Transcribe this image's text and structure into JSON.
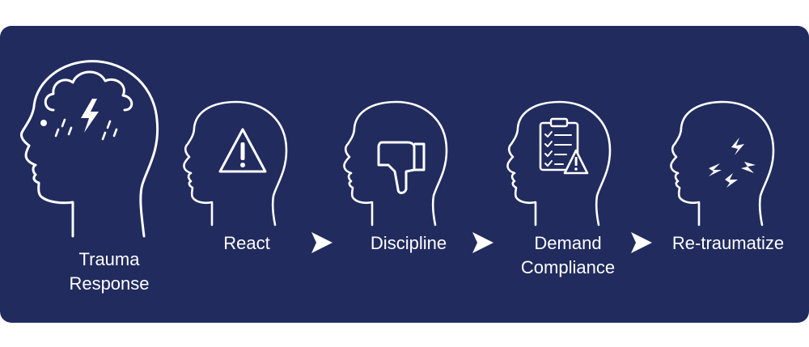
{
  "diagram": {
    "background_color": "#212b5e",
    "foreground_color": "#ffffff",
    "steps": [
      {
        "id": "trauma-response",
        "icon": "storm-cloud-lightning-icon",
        "label_lines": [
          "Trauma",
          "Response"
        ]
      },
      {
        "id": "react",
        "icon": "warning-triangle-icon",
        "label_lines": [
          "React"
        ]
      },
      {
        "id": "discipline",
        "icon": "thumbs-down-icon",
        "label_lines": [
          "Discipline"
        ]
      },
      {
        "id": "demand-compliance",
        "icon": "clipboard-checklist-warning-icon",
        "label_lines": [
          "Demand",
          "Compliance"
        ]
      },
      {
        "id": "re-traumatize",
        "icon": "lightning-bolts-icon",
        "label_lines": [
          "Re-traumatize"
        ]
      }
    ],
    "connector_icon": "arrow-right-icon"
  }
}
